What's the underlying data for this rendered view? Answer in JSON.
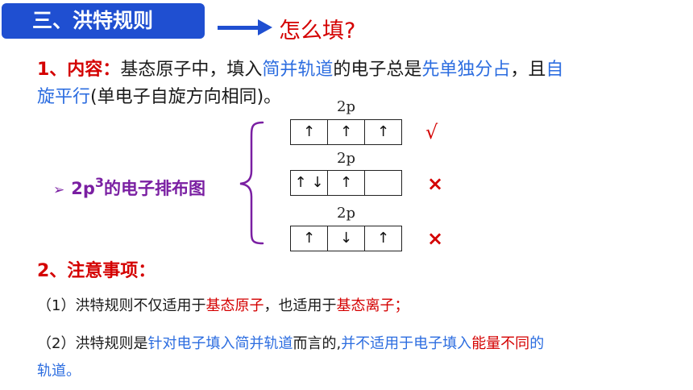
{
  "header": {
    "section_title": "三、洪特规则",
    "question": "怎么填?"
  },
  "content": {
    "label": "1、内容：",
    "t1": "基态原子中，填入",
    "h1": "简并轨道",
    "t2": "的电子总是",
    "h2": "先单独分占",
    "t3": "，且",
    "h3a": "自",
    "h3b": "旋平行",
    "t4": "(单电子自旋方向相同)。"
  },
  "diagram": {
    "caption_main": "2p",
    "caption_sup": "3",
    "caption_rest": "的电子排布图",
    "bullet": "➢",
    "configs": [
      {
        "label": "2p",
        "boxes": [
          "↑",
          "↑",
          "↑"
        ],
        "verdict": "√",
        "verdict_type": "correct"
      },
      {
        "label": "2p",
        "boxes": [
          "↑ ↓",
          "↑",
          ""
        ],
        "verdict": "×",
        "verdict_type": "wrong"
      },
      {
        "label": "2p",
        "boxes": [
          "↑",
          "↓",
          "↑"
        ],
        "verdict": "×",
        "verdict_type": "wrong"
      }
    ]
  },
  "notes": {
    "label": "2、注意事项：",
    "item1": {
      "prefix": "（1）洪特规则不仅适用于",
      "h1": "基态原子",
      "mid": "，也适用于",
      "h2": "基态离子；"
    },
    "item2": {
      "prefix": "（2）洪特规则是",
      "h1": "针对电子填入简并轨道",
      "mid": "而言的,",
      "h2": "并不适用于电子填入",
      "h3": "能量不同",
      "h4a": "的",
      "h4b": "轨道。"
    }
  },
  "colors": {
    "accent_blue": "#1f4fd1",
    "highlight_blue": "#2c6de0",
    "red": "#d40000",
    "purple": "#7a1fa2"
  }
}
